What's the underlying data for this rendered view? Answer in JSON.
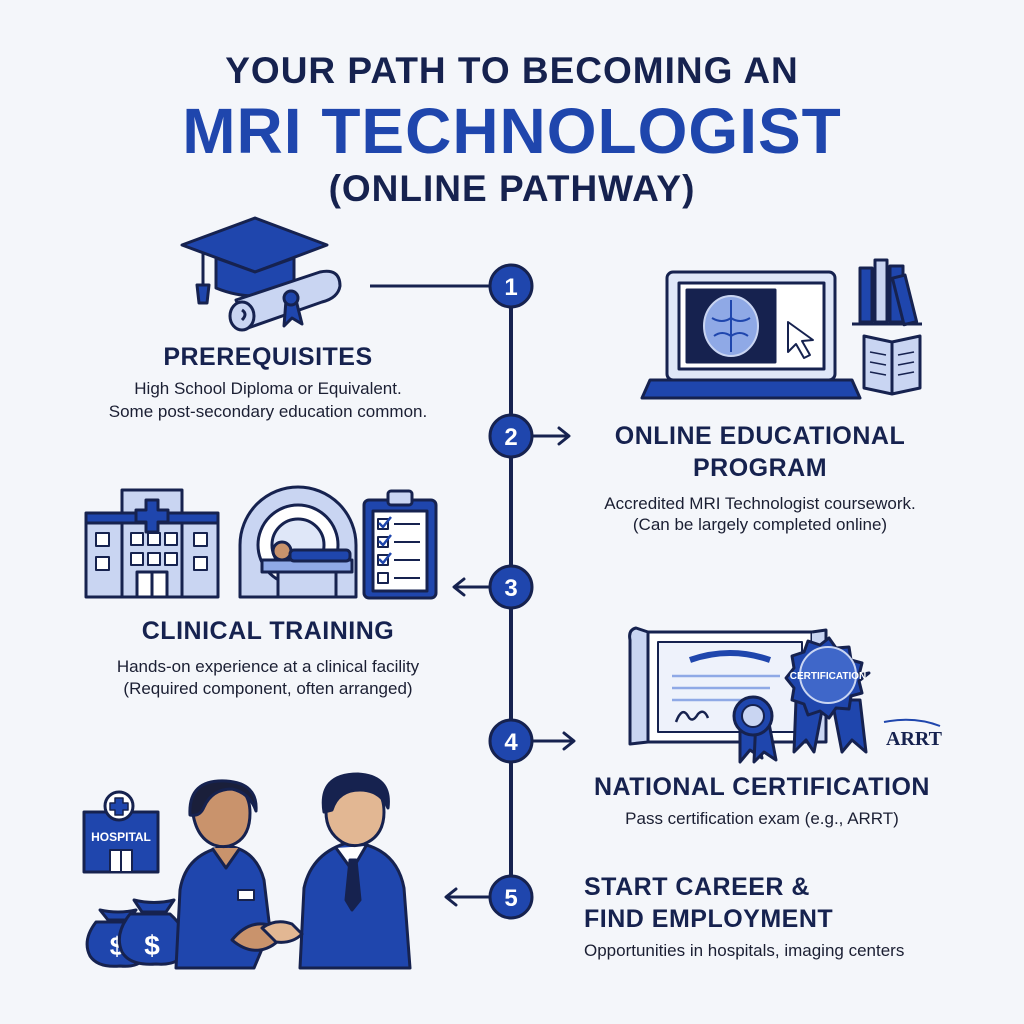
{
  "header": {
    "line1": "YOUR PATH TO BECOMING AN",
    "line2": "MRI TECHNOLOGIST",
    "line3": "(ONLINE PATHWAY)"
  },
  "steps": [
    {
      "number": "1",
      "title": "PREREQUISITES",
      "desc1": "High School Diploma or Equivalent.",
      "desc2": "Some post-secondary education common."
    },
    {
      "number": "2",
      "title1": "ONLINE EDUCATIONAL",
      "title2": "PROGRAM",
      "desc1": "Accredited MRI Technologist coursework.",
      "desc2": "(Can be largely completed online)"
    },
    {
      "number": "3",
      "title": "CLINICAL TRAINING",
      "desc1": "Hands-on experience at a clinical facility",
      "desc2": "(Required component, often arranged)"
    },
    {
      "number": "4",
      "title": "NATIONAL CERTIFICATION",
      "desc1": "Pass certification exam (e.g., ARRT)"
    },
    {
      "number": "5",
      "title1": "START CAREER &",
      "title2": "FIND EMPLOYMENT",
      "desc1": "Opportunities in hospitals, imaging centers"
    }
  ],
  "icon_labels": {
    "certification_seal": "CERTIFICATION",
    "arrt_logo": "ARRT",
    "hospital_sign": "HOSPITAL",
    "money": "$"
  },
  "colors": {
    "navy": "#16224f",
    "blue": "#1f46ad",
    "light_blue": "#c9d5f2",
    "background": "#f4f6fa"
  }
}
